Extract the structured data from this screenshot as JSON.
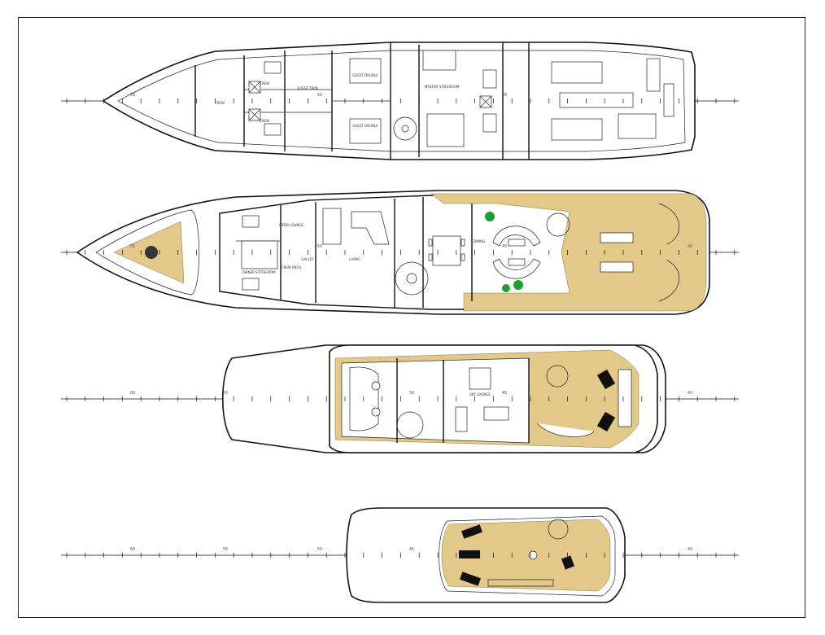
{
  "colors": {
    "teak_deck": "#e2c98a",
    "plant_green": "#1e9e2e",
    "line": "#111111"
  },
  "decks": {
    "lower": {
      "rooms": {
        "guest_double_1": "GUEST DOUBLE",
        "guest_double_2": "GUEST DOUBLE",
        "master_stateroom": "MASTER STATEROOM",
        "guest_twin": "GUEST TWIN",
        "crew_a": "CREW",
        "crew_b": "CREW",
        "crew_c": "CREW"
      },
      "stations": [
        "55",
        "50",
        "45"
      ]
    },
    "main": {
      "rooms": {
        "crew_lounge": "CREW LOUNGE",
        "galley": "GALLEY",
        "living": "LIVING",
        "dining": "DINING",
        "owner_stateroom": "OWNER STATEROOM",
        "crew_mess": "CREW MESS"
      },
      "stations": [
        "55",
        "50",
        "45",
        "40"
      ]
    },
    "upper": {
      "rooms": {
        "sky_lounge": "SKY LOUNGE"
      },
      "stations": [
        "60",
        "55",
        "50",
        "45",
        "40"
      ]
    },
    "sun": {
      "stations": [
        "60",
        "55",
        "50",
        "45",
        "40"
      ]
    }
  }
}
